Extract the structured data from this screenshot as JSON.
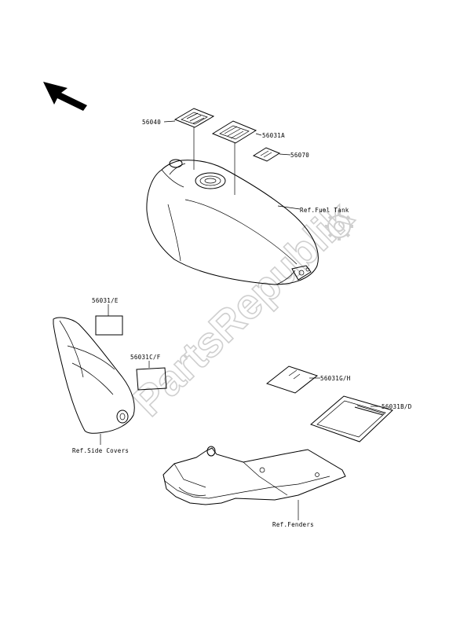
{
  "watermark": {
    "text": "PartsRepublik"
  },
  "icons": {
    "direction": "arrow-up-left-icon",
    "watermark_gear": "gear-icon"
  },
  "colors": {
    "ink": "#000000",
    "watermark": "#cfcfcf"
  },
  "labels": {
    "p56040": "56040",
    "p56031a": "56031A",
    "p56070": "56070",
    "ref_fuel_tank": "Ref.Fuel Tank",
    "p56031e": "56031/E",
    "p56031cf": "56031C/F",
    "p56031gh": "56031G/H",
    "p56031bd": "56031B/D",
    "ref_side_covers": "Ref.Side Covers",
    "ref_fenders": "Ref.Fenders"
  }
}
